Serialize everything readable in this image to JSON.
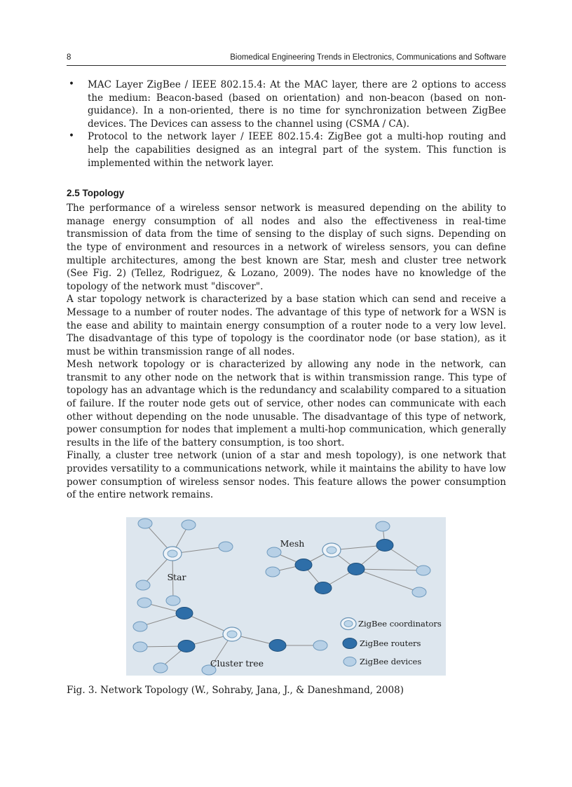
{
  "header": {
    "page_number": "8",
    "running_title": "Biomedical Engineering Trends in Electronics, Communications and Software"
  },
  "bullet_list": {
    "marker": "•",
    "items": [
      {
        "text": "MAC Layer ZigBee / IEEE 802.15.4: At the MAC layer, there are 2 options to access the medium: Beacon-based (based on orientation) and non-beacon (based on non-guidance). In a non-oriented, there is no time for synchronization between ZigBee devices. The Devices can assess to the channel using (CSMA / CA)."
      },
      {
        "text": "Protocol to the network layer / IEEE 802.15.4: ZigBee got a multi-hop routing and help the capabilities designed as an integral part of the system. This function is implemented within the network layer."
      }
    ]
  },
  "section": {
    "heading": "2.5 Topology",
    "paragraphs": [
      "The performance of a wireless sensor network is measured depending on the ability to manage energy consumption of all nodes and also the effectiveness in real-time transmission of data from the time of sensing to the display of such signs. Depending on the type of environment and resources in a network of wireless sensors, you can define multiple architectures, among the best known are Star, mesh and cluster tree network (See Fig. 2) (Tellez, Rodriguez, & Lozano, 2009). The nodes have no knowledge of the topology of the network must \"discover\".",
      "A star topology network is characterized by a base station which can send and receive a Message to a number of router nodes. The advantage of this type of network for a WSN is the ease and ability to maintain energy consumption of a router node to a very low level. The disadvantage of this type of topology is the coordinator node (or base station), as it must be within transmission range of all nodes.",
      "Mesh network topology or is characterized by allowing any node in the network, can transmit to any other node on the network that is within transmission range. This type of topology has an advantage which is the redundancy and scalability compared to a situation of failure. If the router node gets out of service, other nodes can communicate with each other without depending on the node unusable. The disadvantage of this type of network, power consumption for nodes that implement a multi-hop communication, which generally results in the life of the battery consumption, is too short.",
      "Finally, a cluster tree network (union of a star and mesh topology), is one network that provides versatility to a communications network, while it maintains the ability to have low power consumption of wireless sensor nodes. This feature allows the power consumption of the entire network remains."
    ]
  },
  "figure": {
    "labels": {
      "star": "Star",
      "mesh": "Mesh",
      "cluster": "Cluster tree"
    },
    "legend": [
      "ZigBee coordinators",
      "ZigBee routers",
      "ZigBee devices"
    ],
    "caption": "Fig. 3. Network Topology (W., Sohraby, Jana, J., & Daneshmand, 2008)",
    "colors": {
      "panel_bg": "#dde6ee",
      "device_fill": "#b7d0e6",
      "router_fill": "#2e6ea8",
      "coordinator_outer_fill": "#eef3f8",
      "coordinator_inner_fill": "#bdd6ea"
    }
  }
}
